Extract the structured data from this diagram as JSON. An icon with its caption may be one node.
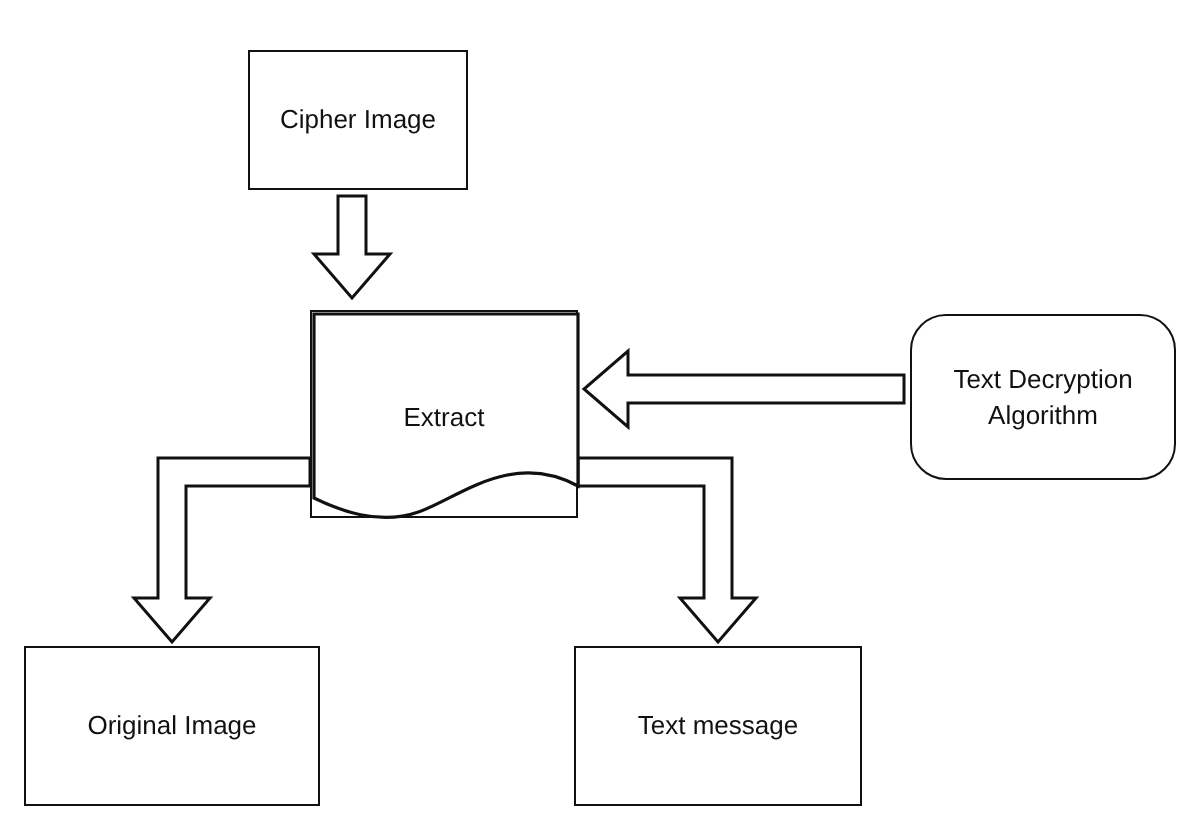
{
  "diagram": {
    "nodes": [
      {
        "text": [
          "Cipher Image"
        ]
      },
      {
        "text": [
          "Extract"
        ]
      },
      {
        "text": [
          "Text Decryption Algorithm"
        ]
      },
      {
        "text": [
          "Original Image"
        ]
      },
      {
        "text": [
          "Text message"
        ]
      }
    ],
    "edges": [
      {
        "from": 0,
        "to": 1,
        "arrow": "to"
      },
      {
        "from": 2,
        "to": 1,
        "arrow": "to"
      },
      {
        "from": 1,
        "to": 3,
        "arrow": "to"
      },
      {
        "from": 1,
        "to": 4,
        "arrow": "to"
      }
    ]
  }
}
